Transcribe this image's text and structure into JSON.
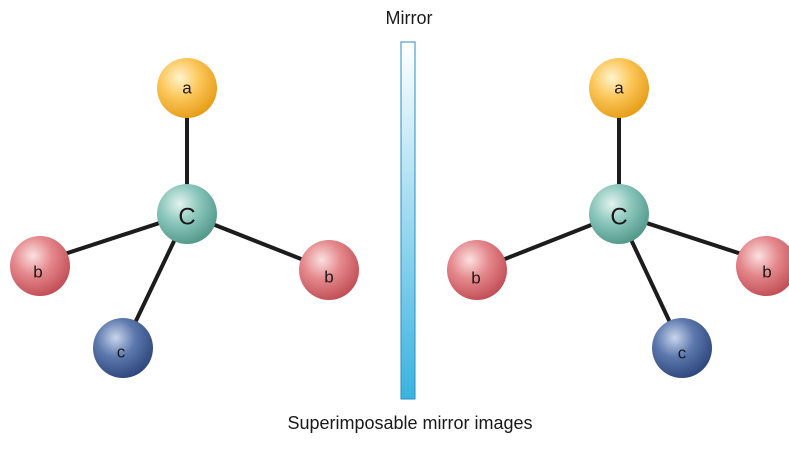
{
  "mirror_label": "Mirror",
  "caption": "Superimposable mirror images",
  "molecules": [
    {
      "center": "C",
      "top": "a",
      "left": "b",
      "right": "b",
      "bottom": "c"
    },
    {
      "center": "C",
      "top": "a",
      "left": "b",
      "right": "b",
      "bottom": "c"
    }
  ],
  "colors": {
    "a": "#f7b733",
    "b": "#d9646a",
    "c": "#3f5f9a",
    "C": "#5fa89a",
    "mirror_top": "#ffffff",
    "mirror_bottom": "#39b3e0",
    "bond": "#1c1c1c"
  }
}
